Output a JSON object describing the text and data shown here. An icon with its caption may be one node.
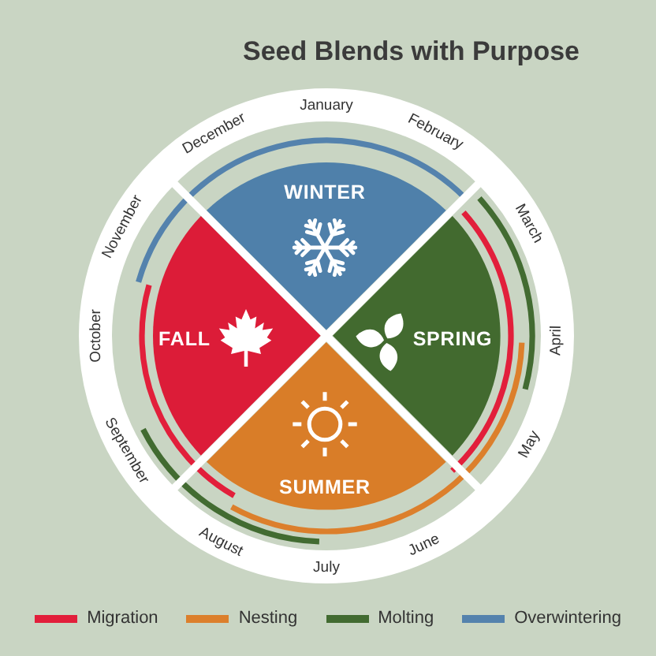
{
  "diagram": {
    "title": "Seed Blends with Purpose",
    "nodes": [
      {
        "text": [
          "WINTER"
        ]
      },
      {
        "text": [
          "FALL"
        ]
      },
      {
        "text": [
          "SPRING"
        ]
      },
      {
        "text": [
          "SUMMER"
        ]
      }
    ],
    "labels": [
      "January",
      "February",
      "March",
      "April",
      "May",
      "June",
      "July",
      "August",
      "September",
      "October",
      "November",
      "December"
    ],
    "legend": [
      {
        "text": "Migration",
        "color": "#e21f3b"
      },
      {
        "text": "Nesting",
        "color": "#dc7f2c"
      },
      {
        "text": "Molting",
        "color": "#426b31"
      },
      {
        "text": "Overwintering",
        "color": "#5482ad"
      }
    ]
  }
}
